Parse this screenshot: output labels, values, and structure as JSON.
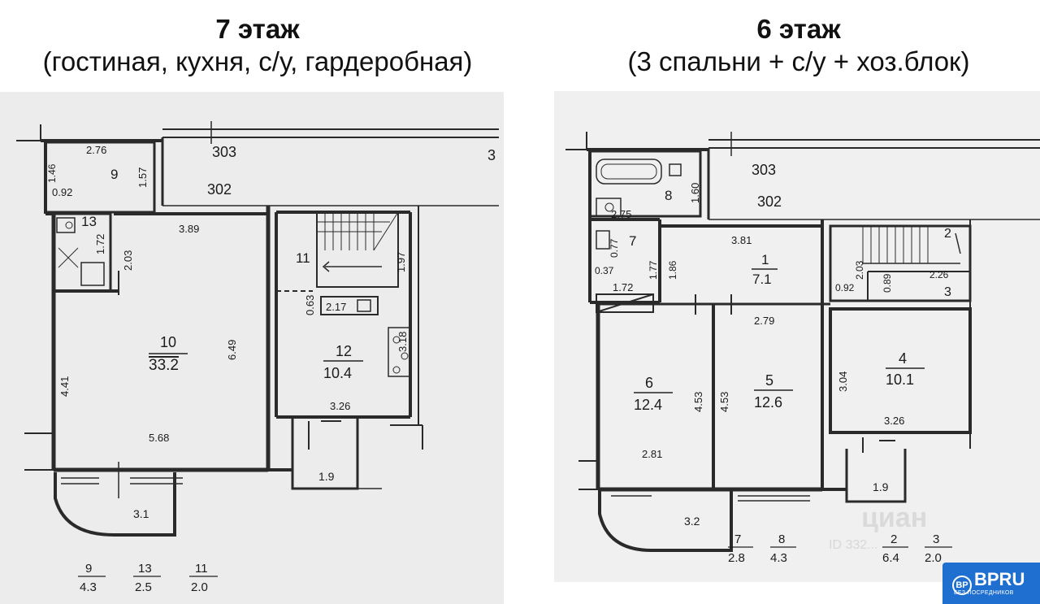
{
  "left": {
    "title": "7 этаж",
    "subtitle": "(гостиная, кухня, с/у, гардеробная)",
    "labels": {
      "n303": "303",
      "n302": "302",
      "n3": "3",
      "d276": "2.76",
      "n9": "9",
      "d146": "1.46",
      "d157": "1.57",
      "d092": "0.92",
      "n13": "13",
      "d172": "1.72",
      "d203": "2.03",
      "d389": "3.89",
      "n11": "11",
      "d197": "1.97",
      "d063": "0.63",
      "d217": "2.17",
      "n10": "10",
      "a332": "33.2",
      "d649": "6.49",
      "n12": "12",
      "a104": "10.4",
      "d318": "3.18",
      "d441": "4.41",
      "d326": "3.26",
      "d568": "5.68",
      "d19": "1.9",
      "d31": "3.1",
      "s9": "9",
      "s13": "13",
      "s11": "11",
      "v43": "4.3",
      "v25": "2.5",
      "v20": "2.0"
    }
  },
  "right": {
    "title": "6 этаж",
    "subtitle": "(3 спальни + с/у + хоз.блок)",
    "labels": {
      "n303": "303",
      "n302": "302",
      "n8": "8",
      "d160": "1.60",
      "d275": "2.75",
      "n7": "7",
      "d077": "0.77",
      "d037": "0.37",
      "d177": "1.77",
      "d186": "1.86",
      "d172": "1.72",
      "d381": "3.81",
      "n1": "1",
      "a71": "7.1",
      "n2": "2",
      "d203": "2.03",
      "d226": "2.26",
      "d092": "0.92",
      "d089": "0.89",
      "n3": "3",
      "d279": "2.79",
      "n6": "6",
      "a124": "12.4",
      "d453a": "4.53",
      "d453b": "4.53",
      "n5": "5",
      "a126": "12.6",
      "d304": "3.04",
      "n4": "4",
      "a101": "10.1",
      "d326": "3.26",
      "d281": "2.81",
      "d19": "1.9",
      "d32": "3.2",
      "s7": "7",
      "s8": "8",
      "s2": "2",
      "s3": "3",
      "v28": "2.8",
      "v43": "4.3",
      "v64": "6.4",
      "v20": "2.0"
    }
  },
  "badge": {
    "brand": "BPRU",
    "mark": "BP",
    "tagline": "БЕЗ ПОСРЕДНИКОВ"
  },
  "watermark": {
    "text": "циан",
    "id": "ID 332..."
  }
}
